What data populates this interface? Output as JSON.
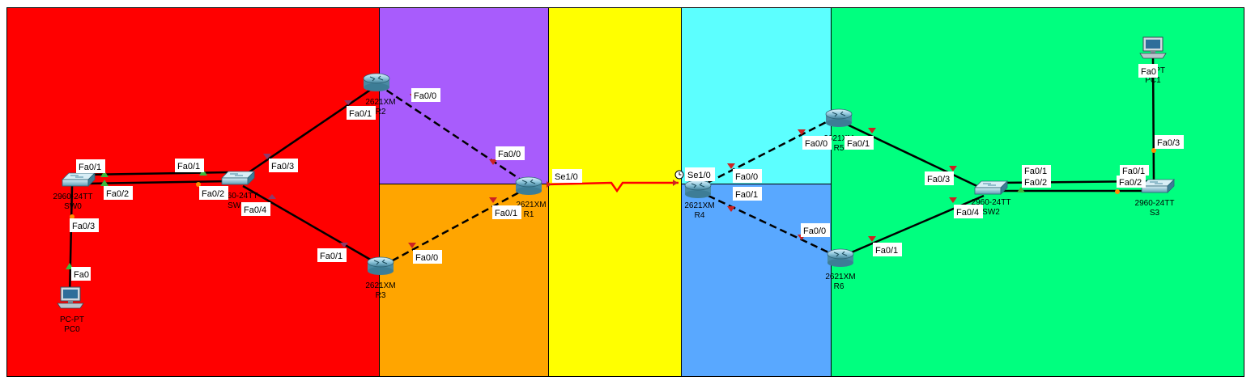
{
  "colors": {
    "zone_red": "#ff0000",
    "zone_purple": "#a85cfc",
    "zone_orange": "#ffa500",
    "zone_yellow": "#ffff00",
    "zone_cyan": "#5cffff",
    "zone_blue": "#59a8ff",
    "zone_green": "#00ff7f",
    "serial_link": "#ff0000",
    "link": "#000000",
    "port_up": "#3cb93c",
    "port_down": "#cc2222",
    "port_orange": "#ff8c00"
  },
  "devices": {
    "sw0": {
      "model": "2960-24TT",
      "name": "SW0"
    },
    "sw1": {
      "model": "2960-24TT",
      "name": "SW1"
    },
    "r1": {
      "model": "2621XM",
      "name": "R1"
    },
    "r2": {
      "model": "2621XM",
      "name": "R2"
    },
    "r3": {
      "model": "2621XM",
      "name": "R3"
    },
    "r4": {
      "model": "2621XM",
      "name": "R4"
    },
    "r5": {
      "model": "2621XM",
      "name": "R5"
    },
    "r6": {
      "model": "2621XM",
      "name": "R6"
    },
    "sw2": {
      "model": "2960-24TT",
      "name": "SW2"
    },
    "s3": {
      "model": "2960-24TT",
      "name": "S3"
    },
    "pc0": {
      "model": "PC-PT",
      "name": "PC0"
    },
    "pc1": {
      "model": "PC-PT",
      "name": "PC1"
    }
  },
  "ports": {
    "sw0_fa01": "Fa0/1",
    "sw0_fa02": "Fa0/2",
    "sw0_fa03": "Fa0/3",
    "pc0_fa0": "Fa0",
    "sw1_fa01": "Fa0/1",
    "sw1_fa02": "Fa0/2",
    "sw1_fa03": "Fa0/3",
    "sw1_fa04": "Fa0/4",
    "r2_fa01": "Fa0/1",
    "r2_fa00": "Fa0/0",
    "r3_fa01": "Fa0/1",
    "r3_fa00": "Fa0/0",
    "r1_fa00": "Fa0/0",
    "r1_fa01": "Fa0/1",
    "r1_se10": "Se1/0",
    "r4_se10": "Se1/0",
    "r4_fa00": "Fa0/0",
    "r4_fa01": "Fa0/1",
    "r5_fa00": "Fa0/0",
    "r5_fa01": "Fa0/1",
    "r6_fa00": "Fa0/0",
    "r6_fa01": "Fa0/1",
    "sw2_fa03": "Fa0/3",
    "sw2_fa04": "Fa0/4",
    "sw2_fa01": "Fa0/1",
    "sw2_fa02": "Fa0/2",
    "s3_fa01": "Fa0/1",
    "s3_fa02": "Fa0/2",
    "s3_fa03": "Fa0/3",
    "pc1_fa0": "Fa0"
  }
}
